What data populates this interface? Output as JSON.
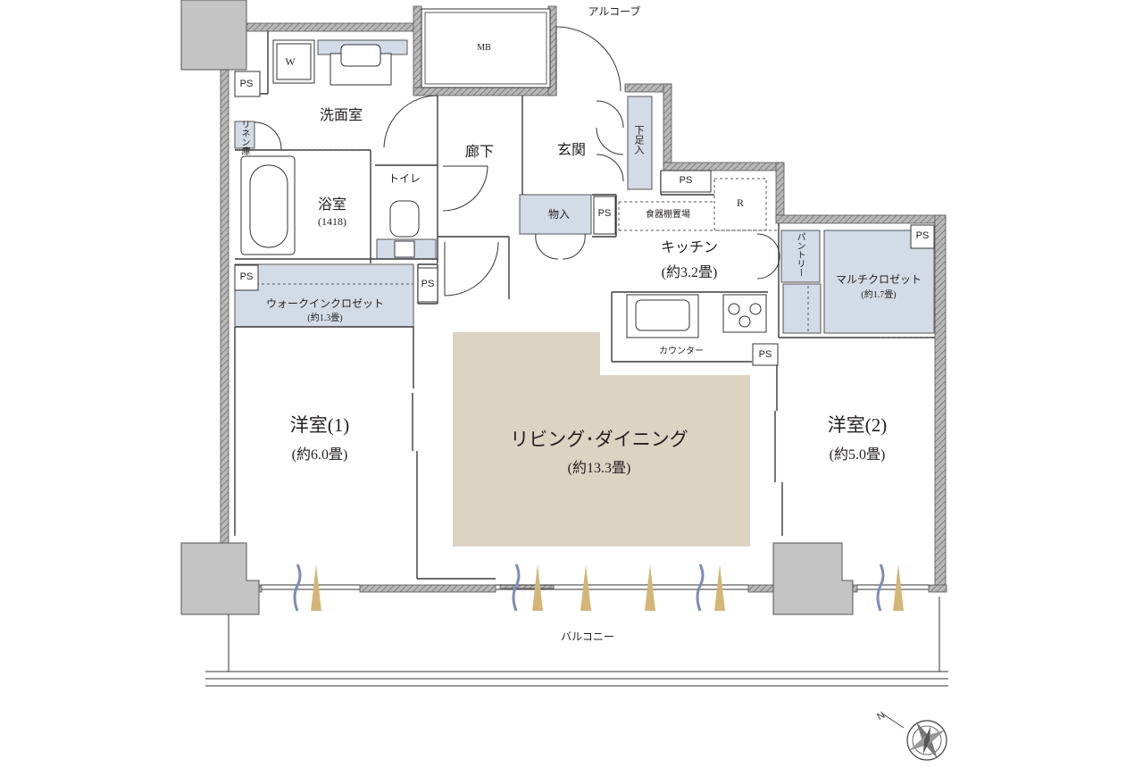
{
  "colors": {
    "wall": "#8a8a8a",
    "column": "#c4c4c4",
    "storage": "#d3dbe6",
    "living_floor": "#ddd3c3",
    "wind": "#7c8db5",
    "light": "#d4b578",
    "line": "#3a3a3a"
  },
  "labels": {
    "alcove": "アルコーブ",
    "mb": "MB",
    "w": "W",
    "senmen": "洗面室",
    "linen": "リネン庫",
    "yokushitsu": "浴室",
    "yokushitsu_size": "(1418)",
    "toilet": "トイレ",
    "rouka": "廊下",
    "genkan": "玄関",
    "getabako": "下足入",
    "monoire": "物入",
    "shokki": "食器棚置場",
    "r": "R",
    "kitchen": "キッチン",
    "kitchen_area": "(約3.2畳)",
    "pantry": "パントリー",
    "multi_closet": "マルチクロゼット",
    "multi_closet_area": "(約1.7畳)",
    "walkin": "ウォークインクロゼット",
    "walkin_area": "(約1.3畳)",
    "counter": "カウンター",
    "western1": "洋室(1)",
    "western1_area": "(約6.0畳)",
    "living": "リビング･ダイニング",
    "living_area": "(約13.3畳)",
    "western2": "洋室(2)",
    "western2_area": "(約5.0畳)",
    "balcony": "バルコニー",
    "north": "N",
    "ps": "PS"
  }
}
